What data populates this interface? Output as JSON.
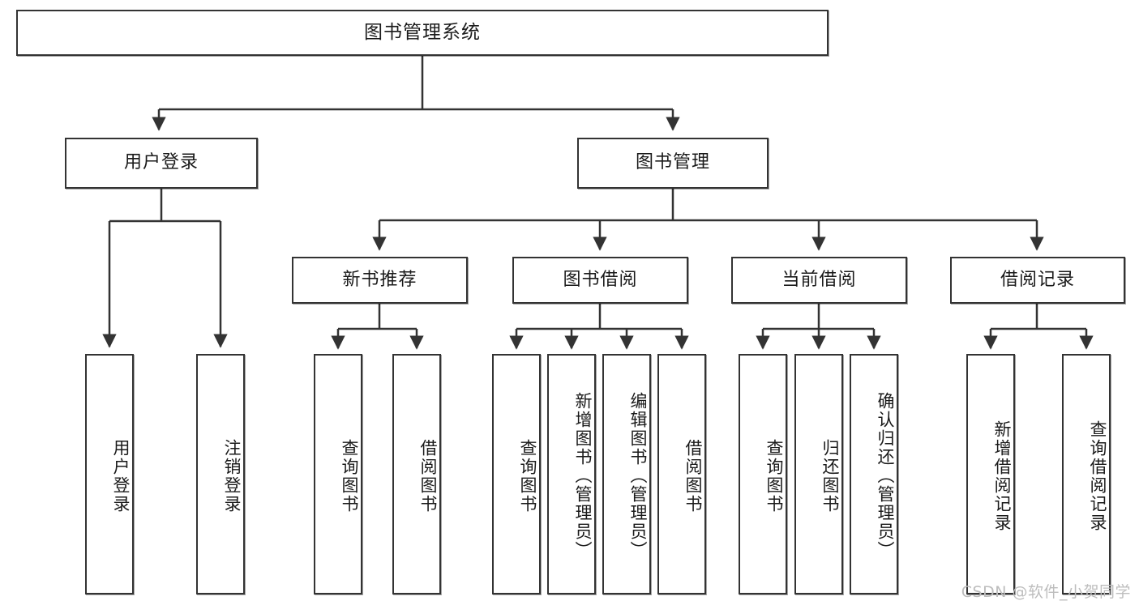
{
  "diagram": {
    "title": "图书管理系统",
    "type": "tree-hierarchy-diagram",
    "watermark": "CSDN @软件_小贺同学",
    "colors": {
      "stroke": "#333333",
      "fill": "#ffffff",
      "text": "#1a1a1a",
      "watermark": "#bdbdbd"
    },
    "nodes": {
      "root": {
        "label": "图书管理系统",
        "level": 0
      },
      "level1": [
        {
          "id": "user-login",
          "label": "用户登录"
        },
        {
          "id": "book-management",
          "label": "图书管理"
        }
      ],
      "level2": [
        {
          "id": "new-book-recommend",
          "label": "新书推荐",
          "parent": "book-management"
        },
        {
          "id": "book-borrow",
          "label": "图书借阅",
          "parent": "book-management"
        },
        {
          "id": "current-borrow",
          "label": "当前借阅",
          "parent": "book-management"
        },
        {
          "id": "borrow-record",
          "label": "借阅记录",
          "parent": "book-management"
        }
      ],
      "leaves": [
        {
          "id": "leaf-user-login",
          "label": "用户登录",
          "parent": "user-login"
        },
        {
          "id": "leaf-user-logout",
          "label": "注销登录",
          "parent": "user-login"
        },
        {
          "id": "leaf-query-book-1",
          "label": "查询图书",
          "parent": "new-book-recommend"
        },
        {
          "id": "leaf-borrow-book-1",
          "label": "借阅图书",
          "parent": "new-book-recommend"
        },
        {
          "id": "leaf-query-book-2",
          "label": "查询图书",
          "parent": "book-borrow"
        },
        {
          "id": "leaf-add-book",
          "label": "新增图书（管理员）",
          "parent": "book-borrow"
        },
        {
          "id": "leaf-edit-book",
          "label": "编辑图书（管理员）",
          "parent": "book-borrow"
        },
        {
          "id": "leaf-borrow-book-2",
          "label": "借阅图书",
          "parent": "book-borrow"
        },
        {
          "id": "leaf-query-book-3",
          "label": "查询图书",
          "parent": "current-borrow"
        },
        {
          "id": "leaf-return-book",
          "label": "归还图书",
          "parent": "current-borrow"
        },
        {
          "id": "leaf-confirm-return",
          "label": "确认归还（管理员）",
          "parent": "current-borrow"
        },
        {
          "id": "leaf-add-record",
          "label": "新增借阅记录",
          "parent": "borrow-record"
        },
        {
          "id": "leaf-query-record",
          "label": "查询借阅记录",
          "parent": "borrow-record"
        }
      ]
    }
  }
}
